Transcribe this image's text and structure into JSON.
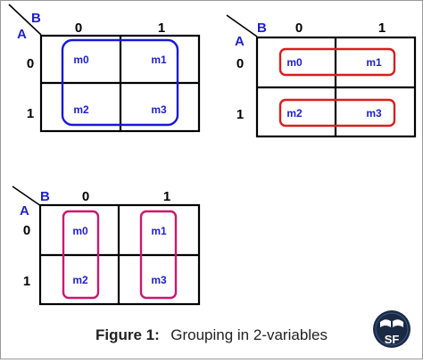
{
  "colors": {
    "grid": "#000000",
    "variable_label": "#1f1fcc",
    "minterm_label": "#1f1fcc",
    "group_map1": "#1818d6",
    "group_map2": "#d81e1e",
    "group_map3": "#c8196e"
  },
  "maps": [
    {
      "row_var": "A",
      "col_var": "B",
      "col_headers": [
        "0",
        "1"
      ],
      "row_headers": [
        "0",
        "1"
      ],
      "cells": [
        [
          "m0",
          "m1"
        ],
        [
          "m2",
          "m3"
        ]
      ]
    },
    {
      "row_var": "A",
      "col_var": "B",
      "col_headers": [
        "0",
        "1"
      ],
      "row_headers": [
        "0",
        "1"
      ],
      "cells": [
        [
          "m0",
          "m1"
        ],
        [
          "m2",
          "m3"
        ]
      ]
    },
    {
      "row_var": "A",
      "col_var": "B",
      "col_headers": [
        "0",
        "1"
      ],
      "row_headers": [
        "0",
        "1"
      ],
      "cells": [
        [
          "m0",
          "m1"
        ],
        [
          "m2",
          "m3"
        ]
      ]
    }
  ],
  "caption": {
    "label": "Figure 1:",
    "text": "Grouping in 2-variables"
  },
  "logo": {
    "text": "SF",
    "icon": "book-logo-icon"
  }
}
